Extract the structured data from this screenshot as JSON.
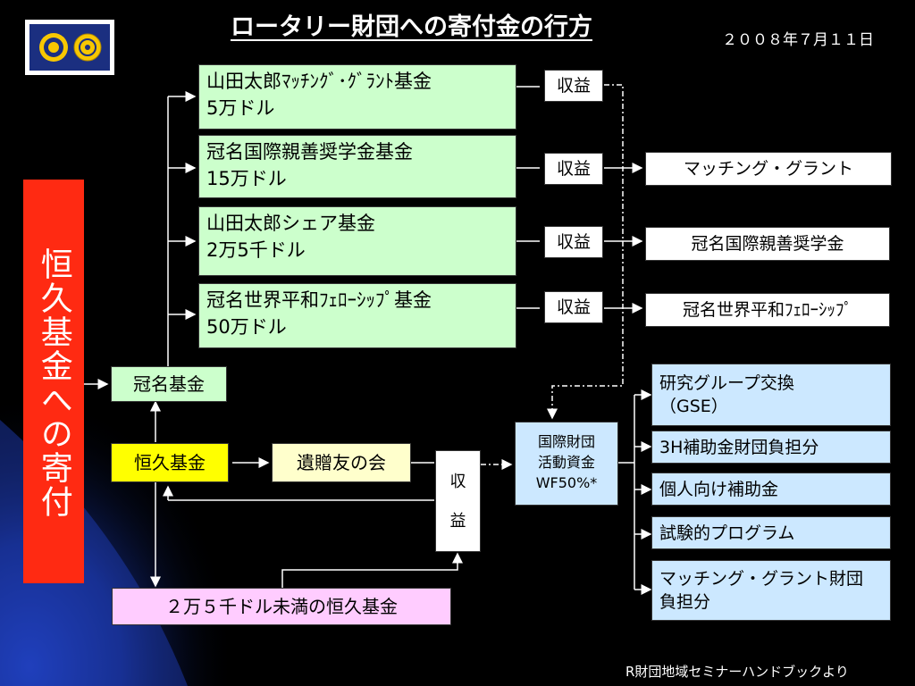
{
  "header": {
    "title": "ロータリー財団への寄付金の行方",
    "date": "２００８年７月１１日",
    "source": "R財団地域セミナーハンドブックより"
  },
  "side_label": "恒久基金への寄付",
  "funds": [
    {
      "line1": "山田太郎ﾏｯﾁﾝｸﾞ･ｸﾞﾗﾝﾄ基金",
      "line2": "5万ドル"
    },
    {
      "line1": "冠名国際親善奨学金基金",
      "line2": "15万ドル"
    },
    {
      "line1": "山田太郎シェア基金",
      "line2": "2万5千ドル"
    },
    {
      "line1": "冠名世界平和ﾌｪﾛｰｼｯﾌﾟ基金",
      "line2": "50万ドル"
    }
  ],
  "revenue_label": "収益",
  "revenue_vertical": [
    "収",
    "益"
  ],
  "programs": [
    "マッチング・グラント",
    "冠名国際親善奨学金",
    "冠名世界平和ﾌｪﾛｰｼｯﾌﾟ"
  ],
  "named_fund": "冠名基金",
  "permanent_fund": "恒久基金",
  "bequest_society": "遺贈友の会",
  "small_permanent_fund": "２万５千ドル未満の恒久基金",
  "world_fund": {
    "line1": "国際財団",
    "line2": "活動資金",
    "line3": "WF50%*"
  },
  "uses": [
    {
      "line1": "研究グループ交換",
      "line2": "（GSE）"
    },
    {
      "line1": "3H補助金財団負担分",
      "line2": ""
    },
    {
      "line1": "個人向け補助金",
      "line2": ""
    },
    {
      "line1": "試験的プログラム",
      "line2": ""
    },
    {
      "line1": "マッチング・グラント財団",
      "line2": "負担分"
    }
  ],
  "colors": {
    "background": "#000000",
    "side_label_bg": "#ff2a12",
    "fund_green": "#ccffcc",
    "program_white": "#ffffff",
    "use_blue": "#cce8ff",
    "permanent_yellow": "#ffff00",
    "bequest_cream": "#ffffcc",
    "small_fund_pink": "#ffccff"
  },
  "icons": [
    "rotary-wheel-icon",
    "rotary-emblem-icon"
  ]
}
